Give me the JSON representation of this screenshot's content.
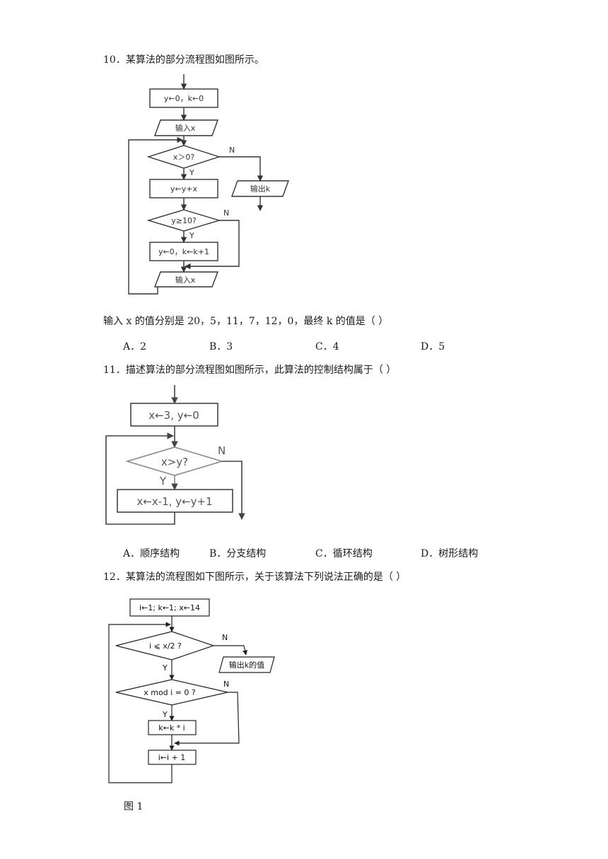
{
  "q10": {
    "stem": "10．某算法的部分流程图如图所示。",
    "sub": "输入 x 的值分别是 20，5，11，7，12，0，最终 k 的值是（    ）",
    "options": [
      "A．2",
      "B．3",
      "C．4",
      "D．5"
    ],
    "chart": {
      "init": "y←0，k←0",
      "input1": "输入x",
      "cond1": "x＞0?",
      "n1": "N",
      "y1": "Y",
      "output": "输出k",
      "assign": "y←y+x",
      "cond2": "y≥10?",
      "n2": "N",
      "y2": "Y",
      "reset": "y←0，k←k+1",
      "input2": "输入x"
    }
  },
  "q11": {
    "stem": "11．描述算法的部分流程图如图所示，此算法的控制结构属于（    ）",
    "options": [
      "A．顺序结构",
      "B．分支结构",
      "C．循环结构",
      "D．树形结构"
    ],
    "chart": {
      "init": "x←3, y←0",
      "cond": "x>y?",
      "n": "N",
      "y": "Y",
      "body": "x←x-1, y←y+1"
    }
  },
  "q12": {
    "stem": "12．某算法的流程图如下图所示，关于该算法下列说法正确的是（    ）",
    "chart": {
      "init": "i←1; k←1; x←14",
      "cond1": "i ⩽ x/2 ?",
      "n1": "N",
      "y1": "Y",
      "output": "输出k的值",
      "cond2": "x mod i = 0 ?",
      "n2": "N",
      "y2": "Y",
      "mult": "k←k * i",
      "inc": "i←i + 1"
    },
    "caption": "图 1"
  }
}
